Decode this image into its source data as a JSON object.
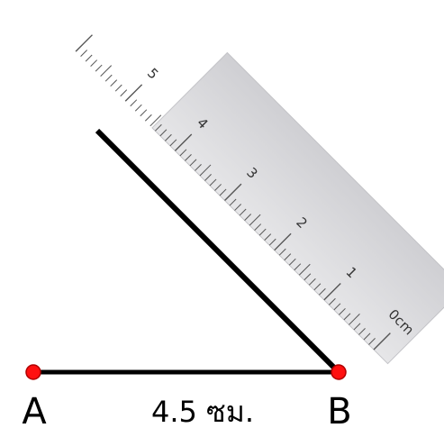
{
  "diagram": {
    "point_a": {
      "label": "A"
    },
    "point_b": {
      "label": "B"
    },
    "segment_length_label": "4.5 ซม.",
    "ruler": {
      "unit_label": "0cm",
      "tick_labels": [
        "1",
        "2",
        "3",
        "4",
        "5"
      ],
      "max_value_cm": 6,
      "minor_divisions_per_cm": 10
    },
    "colors": {
      "segment": "#000000",
      "point": "#ff0000",
      "ruler_body": "#d9d9dc",
      "ruler_edge": "#b9b9bd",
      "tick": "#555555"
    }
  }
}
